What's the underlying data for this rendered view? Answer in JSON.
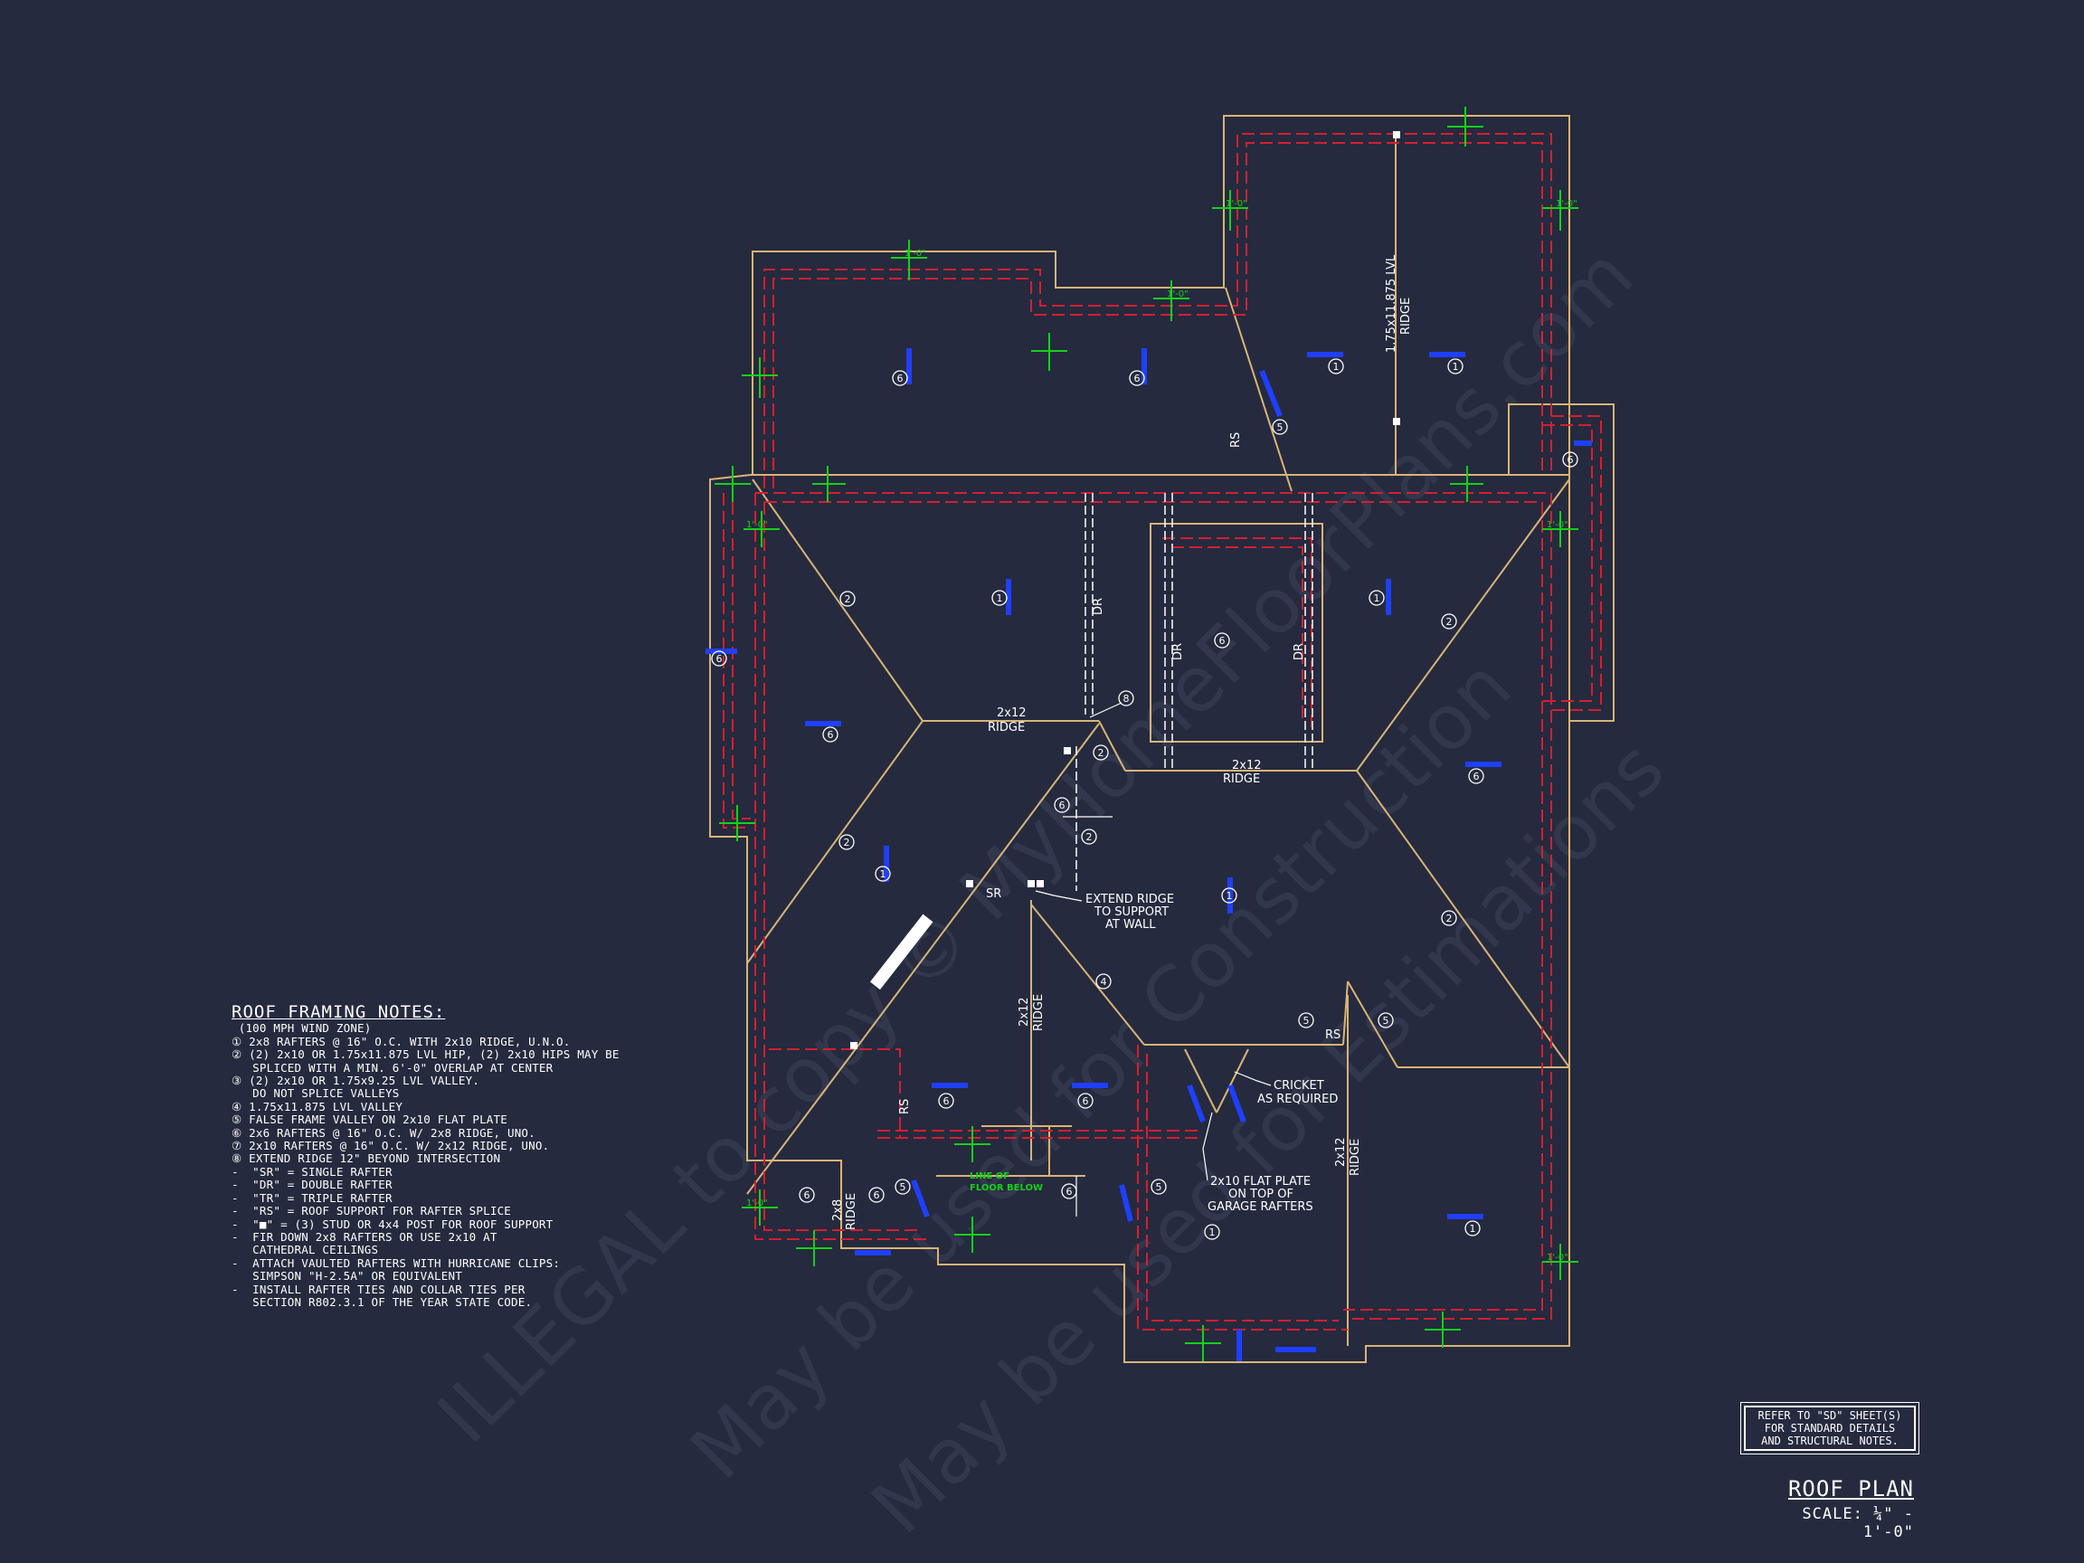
{
  "colors": {
    "background": "#252a3e",
    "outline": "#d8b477",
    "bearing": "#d41f2f",
    "rafter_tag": "#1f3fff",
    "overhang": "#15d01a",
    "text": "#ffffff"
  },
  "labels": {
    "ridge": "RIDGE",
    "two_by_twelve": "2x12",
    "two_by_eight": "2x8",
    "dr": "DR",
    "rs": "RS",
    "sr": "SR",
    "lvl_ridge": "1.75x11.875 LVL",
    "extend_ridge": [
      "EXTEND RIDGE",
      "TO SUPPORT",
      "AT WALL"
    ],
    "cricket": [
      "CRICKET",
      "AS REQUIRED"
    ],
    "flat_plate": [
      "2x10 FLAT PLATE",
      "ON TOP OF",
      "GARAGE RAFTERS"
    ],
    "line_floor": [
      "LINE OF",
      "FLOOR BELOW"
    ],
    "overhang_tag": "1'-0\"",
    "note_numbers": [
      "1",
      "2",
      "4",
      "5",
      "6",
      "8"
    ]
  },
  "notes": {
    "title": "ROOF FRAMING NOTES:",
    "lines": [
      " (100 MPH WIND ZONE)",
      "① 2x8 RAFTERS @ 16\" O.C. WITH 2x10 RIDGE, U.N.O.",
      "② (2) 2x10 OR 1.75x11.875 LVL HIP, (2) 2x10 HIPS MAY BE",
      "   SPLICED WITH A MIN. 6'-0\" OVERLAP AT CENTER",
      "③ (2) 2x10 OR 1.75x9.25 LVL VALLEY.",
      "   DO NOT SPLICE VALLEYS",
      "④ 1.75x11.875 LVL VALLEY",
      "⑤ FALSE FRAME VALLEY ON 2x10 FLAT PLATE",
      "⑥ 2x6 RAFTERS @ 16\" O.C. W/ 2x8 RIDGE, UNO.",
      "⑦ 2x10 RAFTERS @ 16\" O.C. W/ 2x12 RIDGE, UNO.",
      "⑧ EXTEND RIDGE 12\" BEYOND INTERSECTION",
      "-  \"SR\" = SINGLE RAFTER",
      "-  \"DR\" = DOUBLE RAFTER",
      "-  \"TR\" = TRIPLE RAFTER",
      "-  \"RS\" = ROOF SUPPORT FOR RAFTER SPLICE",
      "-  \"■\" = (3) STUD OR 4x4 POST FOR ROOF SUPPORT",
      "-  FIR DOWN 2x8 RAFTERS OR USE 2x10 AT",
      "   CATHEDRAL CEILINGS",
      "-  ATTACH VAULTED RAFTERS WITH HURRICANE CLIPS:",
      "   SIMPSON \"H-2.5A\" OR EQUIVALENT",
      "-  INSTALL RAFTER TIES AND COLLAR TIES PER",
      "   SECTION R802.3.1 OF THE YEAR STATE CODE."
    ]
  },
  "reference": [
    "REFER TO \"SD\" SHEET(S)",
    "FOR STANDARD DETAILS",
    "AND STRUCTURAL NOTES."
  ],
  "sheet": {
    "title": "ROOF PLAN",
    "scale": "SCALE: ¼\" - 1'-0\""
  },
  "watermark": [
    "ILLEGAL to copy © MyHomeFloorPlans.com",
    "May be used for Construction",
    "May be used for Estimations"
  ]
}
